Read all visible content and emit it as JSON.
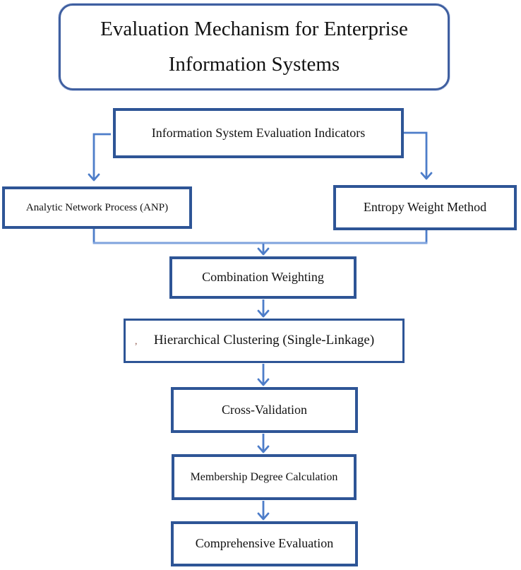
{
  "diagram": {
    "title": {
      "line1": "Evaluation Mechanism for Enterprise",
      "line2": "Information Systems"
    },
    "nodes": {
      "indicators": {
        "label": "Information System Evaluation Indicators"
      },
      "anp": {
        "label": "Analytic Network Process (ANP)"
      },
      "entropy": {
        "label": "Entropy Weight Method"
      },
      "combination": {
        "label": "Combination Weighting"
      },
      "clustering": {
        "label": "Hierarchical Clustering (Single-Linkage)",
        "stray_mark": ","
      },
      "cross_validation": {
        "label": "Cross-Validation"
      },
      "membership": {
        "label": "Membership Degree Calculation"
      },
      "comprehensive": {
        "label": "Comprehensive Evaluation"
      }
    },
    "colors": {
      "box_border": "#2e5596",
      "title_border": "#3f5fa0",
      "arrow": "#4d7dc9",
      "merge_line": "#7fa3dd",
      "text": "#121212",
      "background": "#ffffff",
      "stray_mark_color": "#7a3b2e"
    }
  }
}
